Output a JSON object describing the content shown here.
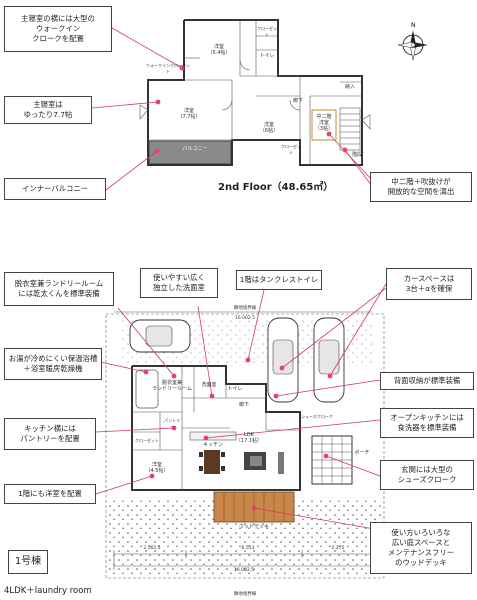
{
  "upper_floor": {
    "title": "2nd Floor（48.65㎡）",
    "rooms": {
      "room_a": "洋室\n（5.4帖）",
      "master": "洋室\n（7.7帖）",
      "room_b": "洋室\n（6帖）",
      "loft": "中二階\n洋室\n（3帖）",
      "walk_in": "ウォークインクローゼット",
      "toilet": "トイレ",
      "closet1": "クローゼット",
      "closet2": "クローゼット",
      "hall": "廊下",
      "storage": "納入",
      "stair": "階段",
      "balcony": "バルコニー"
    }
  },
  "lower_floor": {
    "rooms": {
      "laundry": "脱衣室兼\nランドリールーム",
      "washroom": "洗面室",
      "toilet": "トイレ",
      "hall": "廊下",
      "pantry": "パントリー",
      "kitchen": "キッチン",
      "ldk": "LDK\n（17.1帖）",
      "western": "洋室\n（4.5帖）",
      "closet": "クローゼット",
      "shoe": "シューズクローク",
      "porch": "ポーチ",
      "deck": "ウッドデッキ"
    },
    "top_boundary": "隣地境界線",
    "bottom_boundary": "隣地境界線",
    "top_dim": "16.002.5",
    "dims": [
      "2.502.5",
      "6.513",
      "2.275"
    ],
    "bottom_total": "16.002.5"
  },
  "callouts": {
    "c1": "主寝室の横には大型の\nウォークイン\nクロークを配置",
    "c2": "主寝室は\nゆったり7.7帖",
    "c3": "インナーバルコニー",
    "c4": "中二階＋吹抜けが\n開放的な空間を演出",
    "c5": "脱衣室兼ランドリールーム\nには乾太くんを標準装備",
    "c6": "使いやすい広く\n独立した洗面室",
    "c7": "1階はタンクレストイレ",
    "c8": "カースペースは\n3台＋αを確保",
    "c9": "お湯が冷めにくい保温浴槽\n＋浴室暖房乾燥機",
    "c10": "背面収納が標準装備",
    "c11": "キッチン横には\nパントリーを配置",
    "c12": "オープンキッチンには\n食洗器を標準装備",
    "c13": "玄関には大型の\nシューズクローク",
    "c14": "1階にも洋室を配置",
    "c15": "使い方いろいろな\n広い庭スペースと\nメンテナンスフリー\nのウッドデッキ"
  },
  "building_label": "1号棟",
  "plan_type": "4LDK＋laundry room"
}
